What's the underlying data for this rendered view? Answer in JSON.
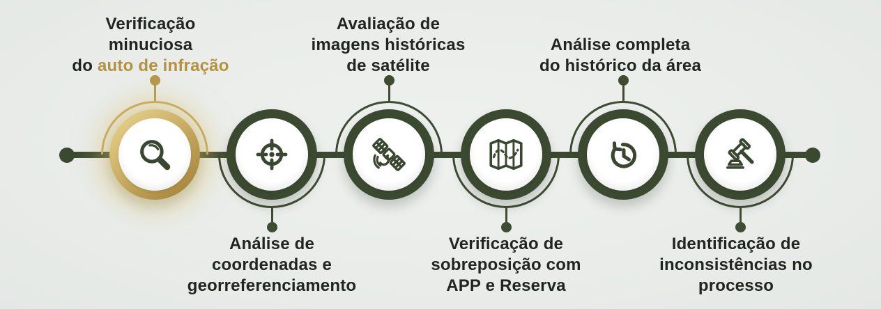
{
  "colors": {
    "background": "#e9ece9",
    "timeline_green": "#3b4930",
    "accent_gold": "#b7974a",
    "gold_text": "#b2923e",
    "label_text": "#20261f",
    "node_fill": "#ffffff"
  },
  "timeline": {
    "step_count": 6,
    "start_marker": "dot",
    "end_marker": "dot"
  },
  "steps": [
    {
      "name": "verificacao-minuciosa-auto-infracao",
      "icon": "magnifier-icon",
      "label_position": "top",
      "accent": "gold",
      "lines": [
        "Verificação",
        "minuciosa"
      ],
      "line3_prefix": "do ",
      "line3_highlight": "auto de infração"
    },
    {
      "name": "analise-coordenadas-georreferenciamento",
      "icon": "crosshair-icon",
      "label_position": "bottom",
      "accent": "green",
      "lines": [
        "Análise de",
        "coordenadas e",
        "georreferenciamento"
      ]
    },
    {
      "name": "avaliacao-imagens-historicas-satelite",
      "icon": "satellite-icon",
      "label_position": "top",
      "accent": "green",
      "lines": [
        "Avaliação de",
        "imagens históricas",
        "de satélite"
      ]
    },
    {
      "name": "verificacao-sobreposicao-app-reserva",
      "icon": "map-icon",
      "label_position": "bottom",
      "accent": "green",
      "lines": [
        "Verificação de",
        "sobreposição com",
        "APP e Reserva"
      ]
    },
    {
      "name": "analise-completa-historico-area",
      "icon": "history-clock-icon",
      "label_position": "top",
      "accent": "green",
      "lines": [
        "Análise completa",
        "do histórico da área"
      ]
    },
    {
      "name": "identificacao-inconsistencias-processo",
      "icon": "gavel-icon",
      "label_position": "bottom",
      "accent": "green",
      "lines": [
        "Identificação de",
        "inconsistências no",
        "processo"
      ]
    }
  ]
}
